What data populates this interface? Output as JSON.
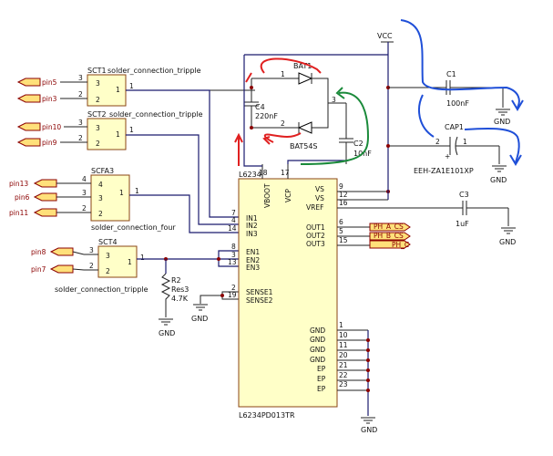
{
  "power": {
    "vcc": "VCC",
    "gnd": "GND"
  },
  "connectors": [
    {
      "ref": "SCT1",
      "value": "solder_connection_tripple",
      "pins": [
        "3",
        "2",
        "1"
      ],
      "nets": [
        "pin5",
        "pin3"
      ]
    },
    {
      "ref": "SCT2",
      "value": "solder_connection_tripple",
      "pins": [
        "3",
        "2",
        "1"
      ],
      "nets": [
        "pin10",
        "pin9"
      ]
    },
    {
      "ref": "SCFA3",
      "value": "solder_connection_four",
      "pins": [
        "4",
        "3",
        "2",
        "1"
      ],
      "nets": [
        "pin13",
        "pin6",
        "pin11"
      ]
    },
    {
      "ref": "SCT4",
      "value": "solder_connection_tripple",
      "pins": [
        "3",
        "2",
        "1"
      ],
      "nets": [
        "pin8",
        "pin7"
      ]
    }
  ],
  "components": {
    "bat1": {
      "ref": "BAT1",
      "value": "BAT54S",
      "pins": [
        "1",
        "2",
        "3"
      ]
    },
    "c1": {
      "ref": "C1",
      "value": "100nF"
    },
    "cap1": {
      "ref": "CAP1",
      "value": "EEH-ZA1E101XP",
      "pins": [
        "2",
        "1"
      ]
    },
    "c2": {
      "ref": "C2",
      "value": "10nF"
    },
    "c3": {
      "ref": "C3",
      "value": "1uF"
    },
    "c4": {
      "ref": "C4",
      "value": "220nF"
    },
    "r2": {
      "ref": "R2",
      "value": "Res3",
      "value2": "4.7K"
    }
  },
  "ic": {
    "ref": "L6234",
    "part": "L6234PD013TR",
    "top_pins": [
      {
        "name": "VBOOT",
        "num": "18"
      },
      {
        "name": "VCP",
        "num": "17"
      }
    ],
    "left_pins": [
      {
        "name": "IN1",
        "num": "7"
      },
      {
        "name": "IN2",
        "num": "4"
      },
      {
        "name": "IN3",
        "num": "14"
      },
      {
        "name": "EN1",
        "num": "8"
      },
      {
        "name": "EN2",
        "num": "3"
      },
      {
        "name": "EN3",
        "num": "13"
      },
      {
        "name": "SENSE1",
        "num": "2"
      },
      {
        "name": "SENSE2",
        "num": "19"
      }
    ],
    "right_pins": [
      {
        "name": "VS",
        "num": "9"
      },
      {
        "name": "VS",
        "num": "12"
      },
      {
        "name": "VREF",
        "num": "16"
      },
      {
        "name": "OUT1",
        "num": "6"
      },
      {
        "name": "OUT2",
        "num": "5"
      },
      {
        "name": "OUT3",
        "num": "15"
      },
      {
        "name": "GND",
        "num": "1"
      },
      {
        "name": "GND",
        "num": "10"
      },
      {
        "name": "GND",
        "num": "11"
      },
      {
        "name": "GND",
        "num": "20"
      },
      {
        "name": "EP",
        "num": "21"
      },
      {
        "name": "EP",
        "num": "22"
      },
      {
        "name": "EP",
        "num": "23"
      }
    ]
  },
  "outputs": [
    "PH_A_CS",
    "PH_B_CS",
    "PH_C"
  ]
}
